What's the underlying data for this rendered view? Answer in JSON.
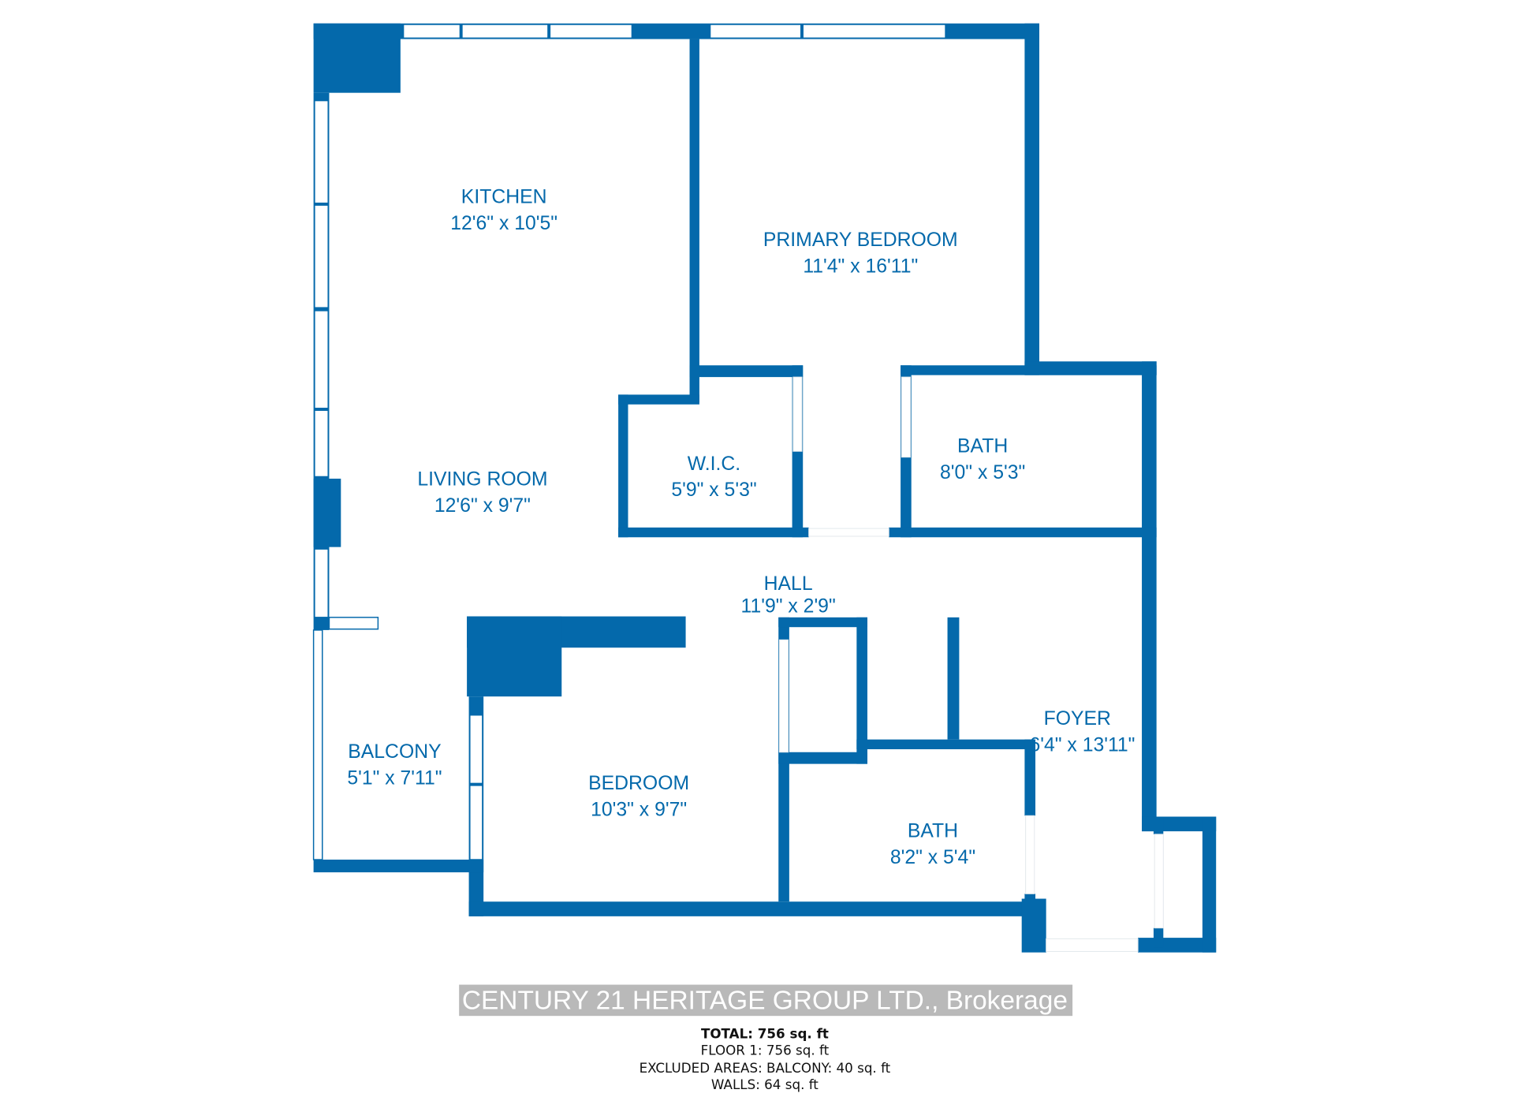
{
  "colors": {
    "wall": "#0469ab"
  },
  "rooms": [
    {
      "name": "KITCHEN",
      "size": "12'6\" x 10'5\""
    },
    {
      "name": "PRIMARY BEDROOM",
      "size": "11'4\" x 16'11\""
    },
    {
      "name": "LIVING ROOM",
      "size": "12'6\" x 9'7\""
    },
    {
      "name": "W.I.C.",
      "size": "5'9\" x 5'3\""
    },
    {
      "name": "BATH",
      "size": "8'0\" x 5'3\""
    },
    {
      "name": "HALL",
      "size": "11'9\" x 2'9\""
    },
    {
      "name": "FOYER",
      "size": "6'4\" x 13'11\""
    },
    {
      "name": "BALCONY",
      "size": "5'1\" x 7'11\""
    },
    {
      "name": "BEDROOM",
      "size": "10'3\" x 9'7\""
    },
    {
      "name": "BATH",
      "size": "8'2\" x 5'4\""
    }
  ],
  "summary": {
    "total": "TOTAL: 756 sq. ft",
    "floor": "FLOOR 1: 756 sq. ft",
    "excluded": "EXCLUDED AREAS: BALCONY: 40 sq. ft",
    "walls": "WALLS: 64 sq. ft"
  },
  "watermark": "CENTURY 21 HERITAGE GROUP LTD., Brokerage"
}
